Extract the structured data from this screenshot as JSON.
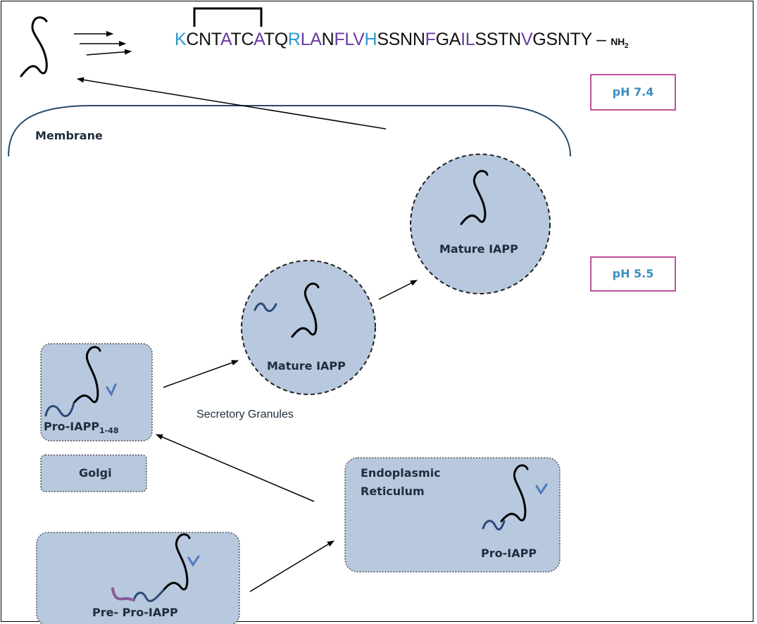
{
  "sequence": {
    "segments": [
      {
        "t": "K",
        "c": "k"
      },
      {
        "t": "CNT",
        "c": "n"
      },
      {
        "t": "A",
        "c": "p"
      },
      {
        "t": "TC",
        "c": "n"
      },
      {
        "t": "A",
        "c": "p"
      },
      {
        "t": "TQ",
        "c": "n"
      },
      {
        "t": "R",
        "c": "k"
      },
      {
        "t": "LA",
        "c": "p"
      },
      {
        "t": "N",
        "c": "n"
      },
      {
        "t": "FLV",
        "c": "p"
      },
      {
        "t": "H",
        "c": "k"
      },
      {
        "t": "SSNN",
        "c": "n"
      },
      {
        "t": "F",
        "c": "p"
      },
      {
        "t": "GA",
        "c": "n"
      },
      {
        "t": "IL",
        "c": "p"
      },
      {
        "t": "SSTN",
        "c": "n"
      },
      {
        "t": "V",
        "c": "p"
      },
      {
        "t": "GSNTY",
        "c": "n"
      }
    ],
    "terminal_dash": " – ",
    "terminal": "NH",
    "terminal_sub": "2"
  },
  "labels": {
    "ph_outside": "pH 7.4",
    "ph_inside": "pH 5.5",
    "membrane": "Membrane",
    "mature_top": "Mature IAPP",
    "mature_mid": "Mature IAPP",
    "secretory": "Secretory Granules",
    "pro_iapp_148": "Pro-IAPP",
    "pro_iapp_148_sub": "1-48",
    "golgi": "Golgi",
    "er_line1": "Endoplasmic",
    "er_line2": "Reticulum",
    "pro_iapp": "Pro-IAPP",
    "pre_pro_iapp": "Pre- Pro-IAPP"
  },
  "colors": {
    "compartment_fill": "#b8c8de",
    "ph_border": "#c0509a",
    "ph_text": "#3b8fc0",
    "lysine_blue": "#2a9ad0",
    "hydrophobic_purple": "#6a3aa0",
    "propeptide_blue": "#4a7ab8",
    "propeptide_dark": "#2a4a78",
    "signal_purple": "#8a5a9a"
  }
}
